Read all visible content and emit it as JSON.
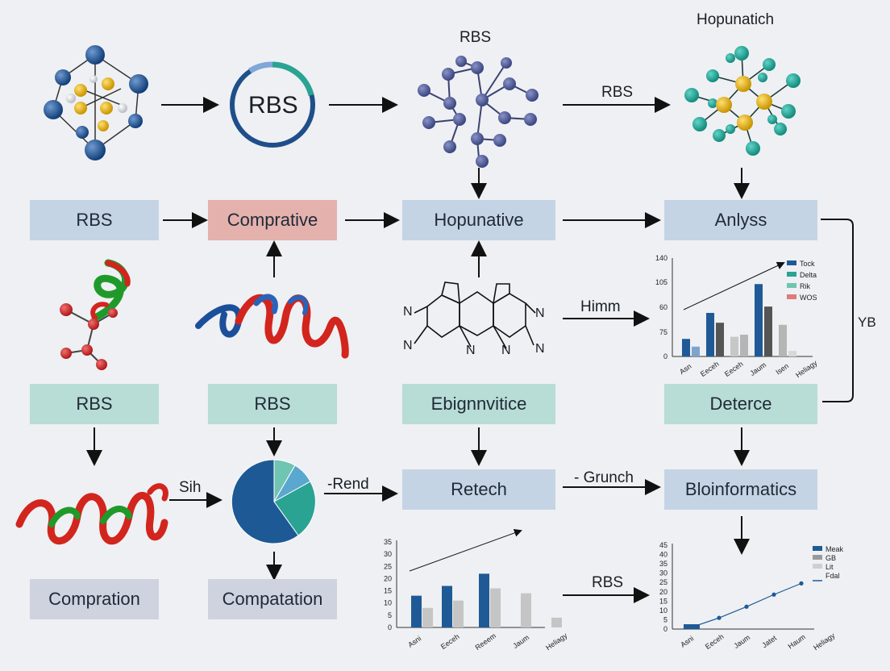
{
  "header": {
    "top_label": "RBS",
    "top_right_title": "Hopunatich"
  },
  "ring_label": "RBS",
  "arrow_labels": {
    "top_right": "RBS",
    "mid_right": "Himm",
    "pie_right": "-Rend",
    "retech_right": "- Grunch",
    "helix_right": "Sih",
    "bottom_mid": "RBS",
    "right_bracket": "YB"
  },
  "boxes": {
    "row1": [
      "RBS",
      "Comprative",
      "Hopunative",
      "Anlyss"
    ],
    "row2": [
      "RBS",
      "RBS",
      "Ebignnvitice",
      "Deterce"
    ],
    "row3": [
      "Retech",
      "Bloinformatics"
    ],
    "row4": [
      "Compration",
      "Compatation"
    ]
  },
  "molecule": {
    "n_labels": [
      "N",
      "N",
      "N",
      "N",
      "N",
      "N"
    ]
  },
  "colors": {
    "blue": "#1f5a96",
    "teal": "#2aa393",
    "gray": "#4a4a4a",
    "red": "#e07b78"
  },
  "chart_data": [
    {
      "type": "bar",
      "categories": [
        "Asn",
        "Eeceh",
        "Eeceh",
        "Jaum",
        "Isen",
        "Heliagy"
      ],
      "series": [
        {
          "name": "Tock",
          "values": [
            25,
            62,
            null,
            103,
            null,
            null
          ]
        },
        {
          "name": "Delta",
          "values": [
            14,
            null,
            null,
            null,
            null,
            null
          ]
        },
        {
          "name": "Rik",
          "values": [
            null,
            48,
            31,
            71,
            45,
            null
          ]
        },
        {
          "name": "WOS",
          "values": [
            null,
            null,
            28,
            null,
            8,
            null
          ]
        }
      ],
      "yticks": [
        "140",
        "105",
        "60",
        "75",
        "0"
      ],
      "ylim": [
        0,
        140
      ],
      "legend_position": "top-right"
    },
    {
      "type": "bar",
      "categories": [
        "Asni",
        "Eeceh",
        "Reeem",
        "Jaum",
        "Heliagy"
      ],
      "series": [
        {
          "name": "",
          "values": [
            13,
            17,
            22,
            null,
            null
          ]
        },
        {
          "name": "",
          "values": [
            8,
            11,
            16,
            14,
            4
          ]
        }
      ],
      "yticks": [
        "35",
        "30",
        "25",
        "20",
        "15",
        "10",
        "5",
        "0"
      ],
      "ylim": [
        0,
        35
      ]
    },
    {
      "type": "line",
      "categories": [
        "Asni",
        "Eeceh",
        "Jaum",
        "Jatet",
        "Haum",
        "Heliagy"
      ],
      "series": [
        {
          "name": "Fdal",
          "values": [
            1,
            6,
            12,
            18.5,
            24.5,
            null
          ]
        }
      ],
      "legend": [
        "Meak",
        "GB",
        "Lit",
        "Fdal"
      ],
      "yticks": [
        "45",
        "40",
        "35",
        "30",
        "25",
        "20",
        "15",
        "10",
        "5",
        "0"
      ],
      "ylim": [
        0,
        45
      ],
      "legend_position": "top-right"
    }
  ]
}
